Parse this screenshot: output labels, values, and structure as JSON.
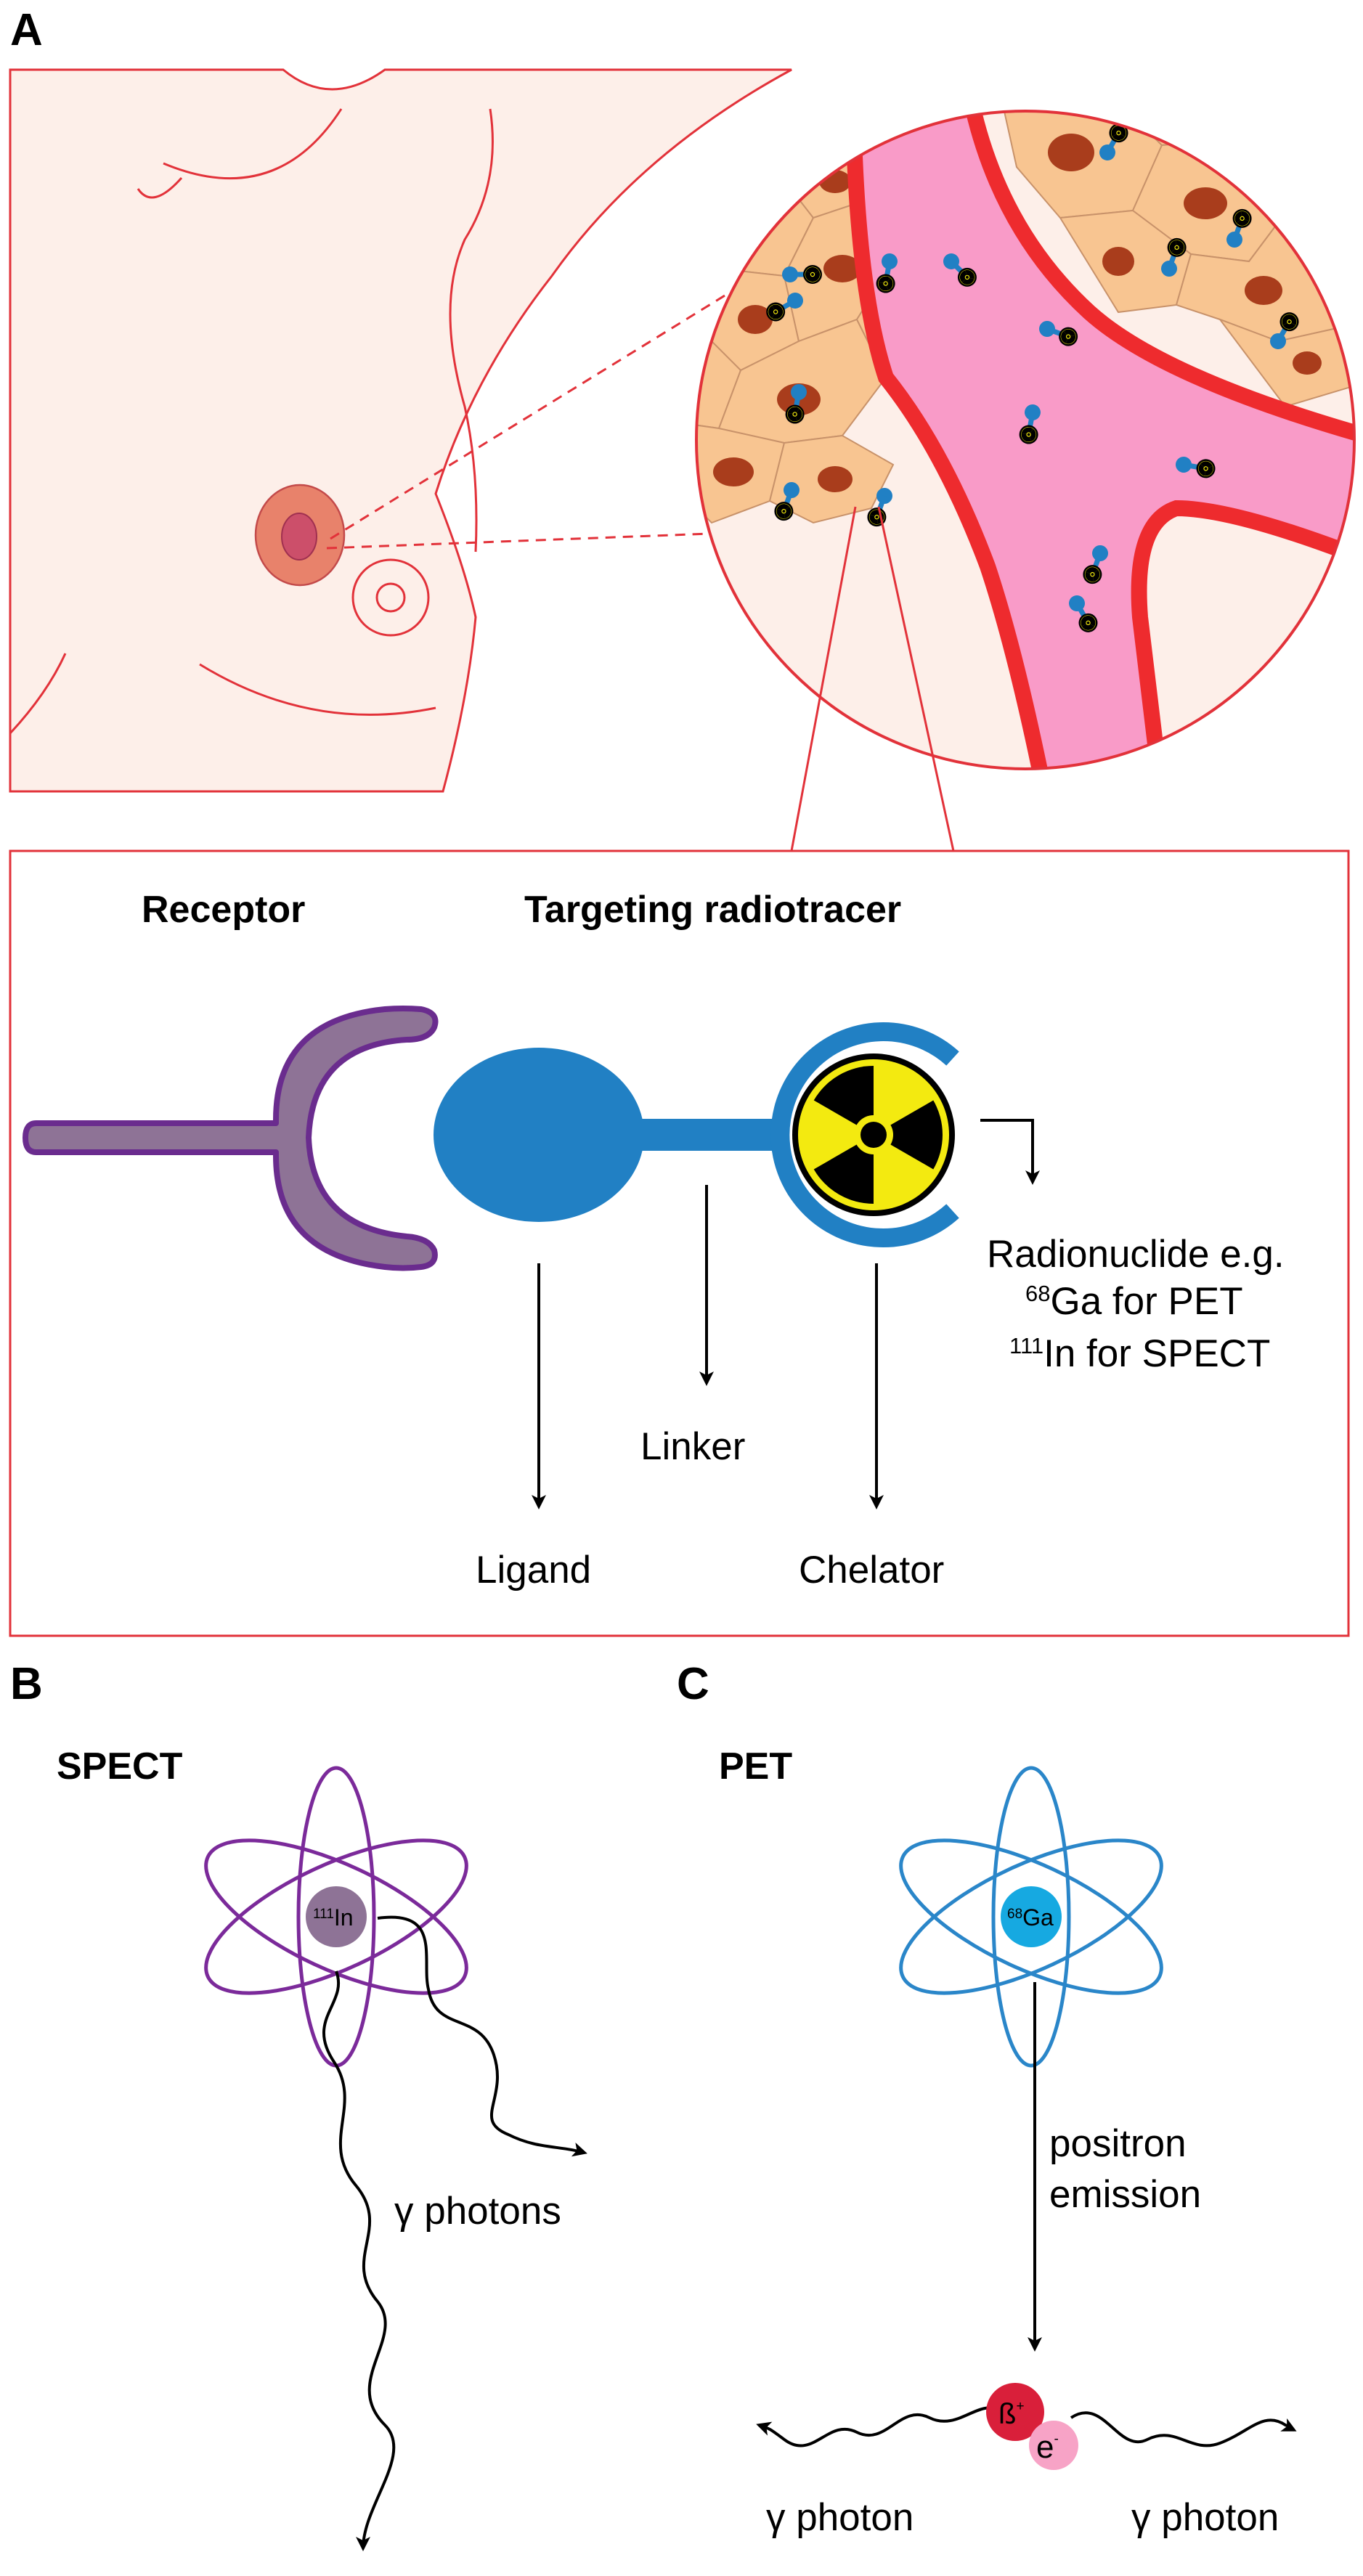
{
  "panels": {
    "A": {
      "letter": "A",
      "receptor_heading": "Receptor",
      "radiotracer_heading": "Targeting radiotracer",
      "radionuclide_label": "Radionuclide e.g.",
      "ga_mass": "68",
      "ga_line_text": "Ga for PET",
      "in_mass": "111",
      "in_line_text": "In for SPECT",
      "linker_label": "Linker",
      "ligand_label": "Ligand",
      "chelator_label": "Chelator"
    },
    "B": {
      "letter": "B",
      "heading": "SPECT",
      "nucleus_mass": "111",
      "nucleus_symbol": "In",
      "photons_label": "γ photons"
    },
    "C": {
      "letter": "C",
      "heading": "PET",
      "nucleus_mass": "68",
      "nucleus_symbol": "Ga",
      "emission_line1": "positron",
      "emission_line2": "emission",
      "positron_symbol": "ß",
      "positron_charge": "+",
      "electron_symbol": "e",
      "electron_charge": "-",
      "photon_left": "γ photon",
      "photon_right": "γ photon"
    }
  },
  "colors": {
    "outline_red": "#e2323a",
    "skin": "#fdefe9",
    "vessel_pink": "#f99bc8",
    "vessel_wall": "#ee2b2e",
    "cell_fill": "#f8c591",
    "nucleus_brown": "#a93d1c",
    "tumor_outer": "#e8826b",
    "tumor_inner": "#cc4f6a",
    "tracer_blue": "#2180c4",
    "receptor_purple": "#8e7396",
    "receptor_outline": "#6a2c8e",
    "radiation_yellow": "#f3ea10",
    "atom_purple": "#7b2a9a",
    "atom_blue": "#2a86c9",
    "nucleus_in": "#8e7396",
    "nucleus_ga": "#16a9e1",
    "positron_red": "#d91f3a",
    "electron_pink": "#f7a3c6"
  }
}
